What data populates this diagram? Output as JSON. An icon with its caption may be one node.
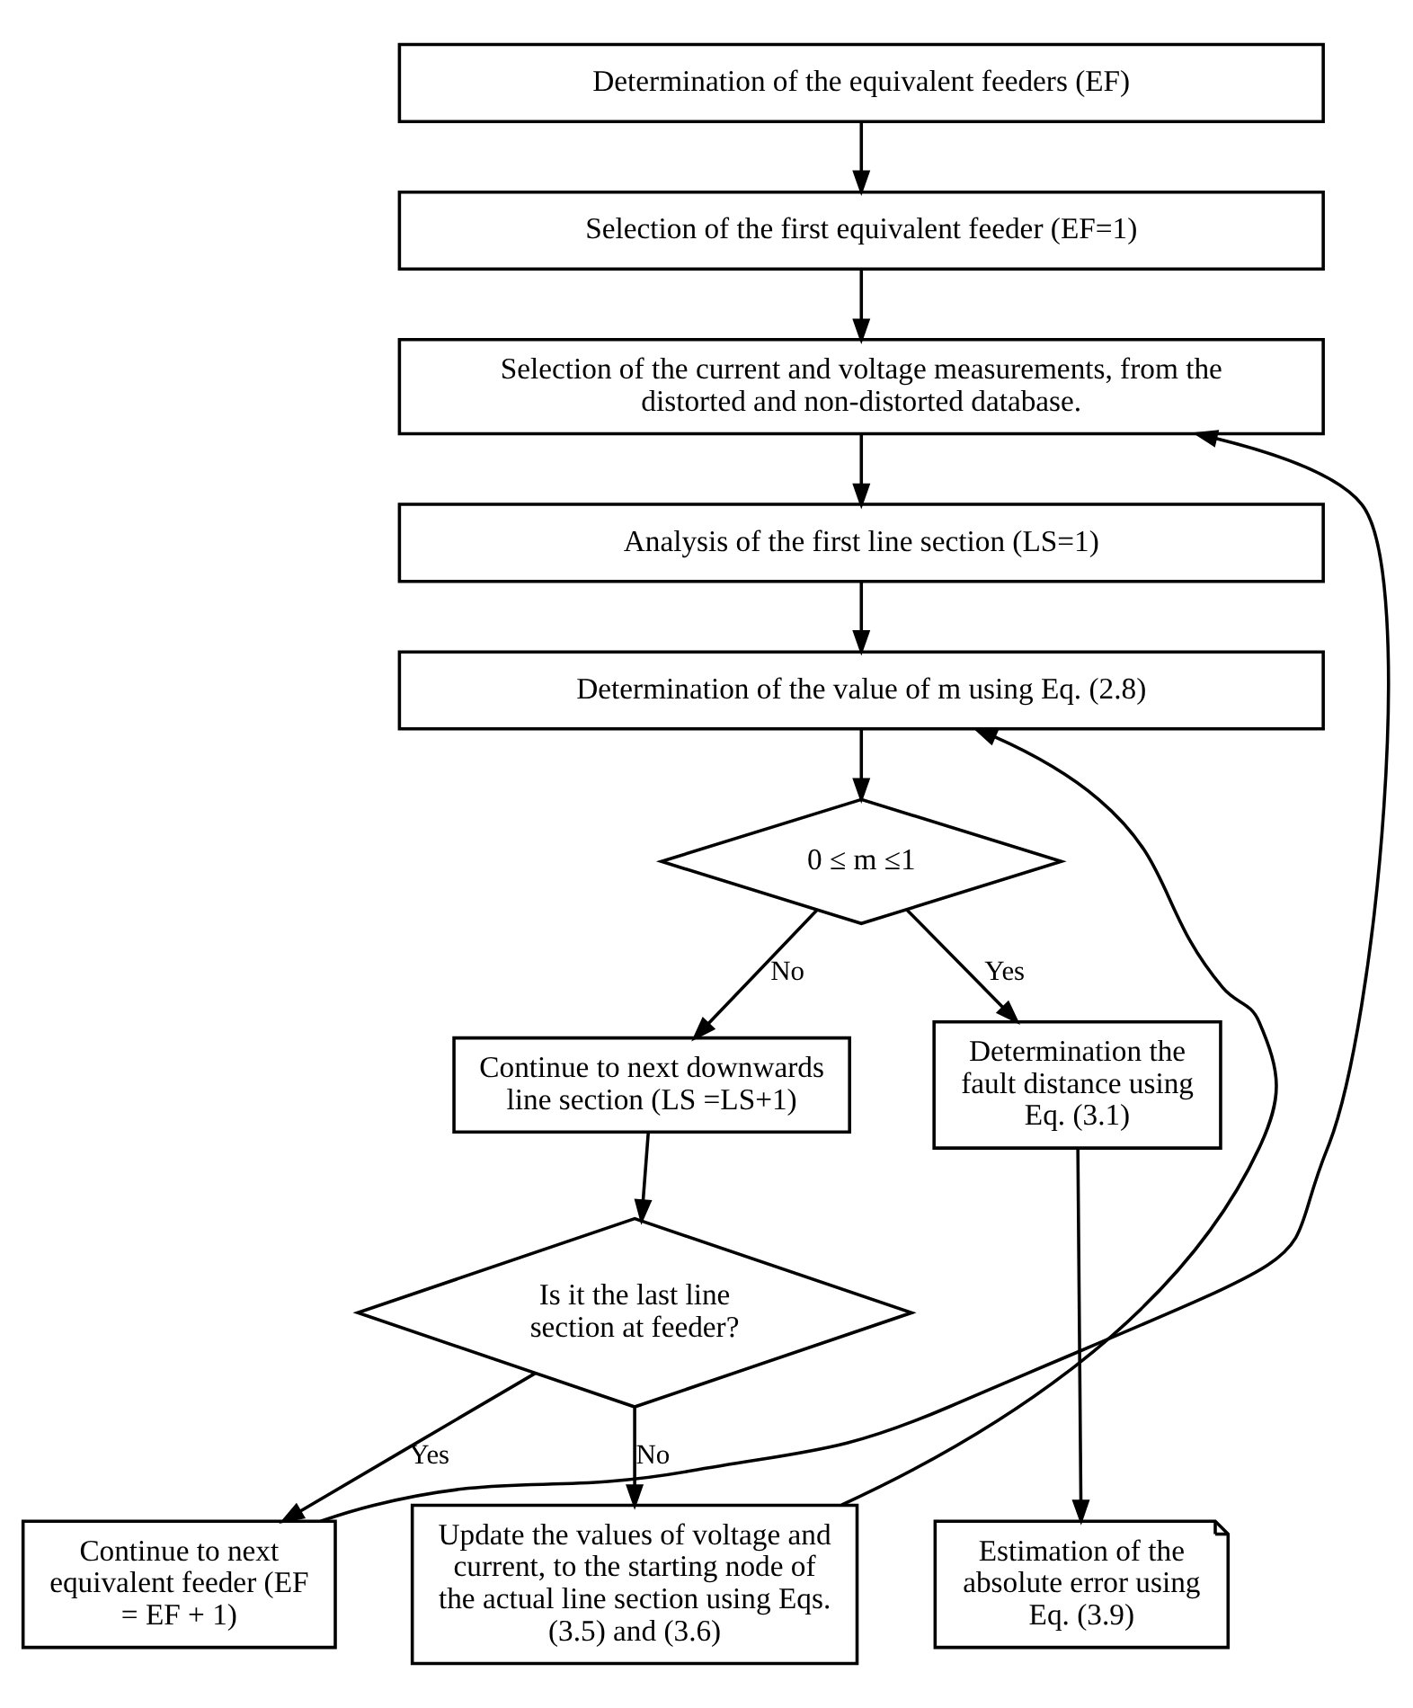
{
  "diagram": {
    "nodes": [
      {
        "text": [
          "Determination of the equivalent feeders (EF)"
        ]
      },
      {
        "text": [
          "Selection of the first equivalent feeder (EF=1)"
        ]
      },
      {
        "text": [
          "Selection of the current and voltage measurements, from the distorted and non-distorted database."
        ]
      },
      {
        "text": [
          "Analysis of the first line section (LS=1)"
        ]
      },
      {
        "text": [
          "Determination of the value of m using Eq. (2.8)"
        ]
      },
      {
        "text": [
          "0 ≤ m ≤1"
        ]
      },
      {
        "text": [
          "Continue to next equivalent feeder (EF = EF + 1)"
        ]
      },
      {
        "text": [
          "Continue to next downwards line section (LS =LS+1)"
        ]
      },
      {
        "text": [
          "Determination the fault distance using Eq. (3.1)"
        ]
      },
      {
        "text": [
          "Is it the last line section at feeder?"
        ]
      },
      {
        "text": [
          "Estimation of the absolute error using Eq. (3.9)"
        ]
      },
      {
        "text": [
          "Update the values of voltage and current, to the starting node of the actual line section using Eqs. (3.5) and (3.6)"
        ]
      }
    ],
    "edges": [
      {
        "from": 0,
        "to": 1,
        "arrow": "to"
      },
      {
        "from": 1,
        "to": 2,
        "arrow": "to"
      },
      {
        "from": 2,
        "to": 3,
        "arrow": "to"
      },
      {
        "from": 3,
        "to": 4,
        "arrow": "to"
      },
      {
        "from": 4,
        "to": 5,
        "arrow": "to"
      },
      {
        "from": 5,
        "to": 8,
        "arrow": "to",
        "label": "Yes"
      },
      {
        "from": 5,
        "to": 7,
        "arrow": "to",
        "label": "No"
      },
      {
        "from": 7,
        "to": 9,
        "arrow": "to"
      },
      {
        "from": 9,
        "to": 6,
        "arrow": "to",
        "label": "Yes"
      },
      {
        "from": 9,
        "to": 11,
        "arrow": "to",
        "label": "No"
      },
      {
        "from": 8,
        "to": 10,
        "arrow": "to"
      },
      {
        "from": 6,
        "to": 2,
        "arrow": "to"
      },
      {
        "from": 11,
        "to": 4,
        "arrow": "to"
      }
    ]
  }
}
